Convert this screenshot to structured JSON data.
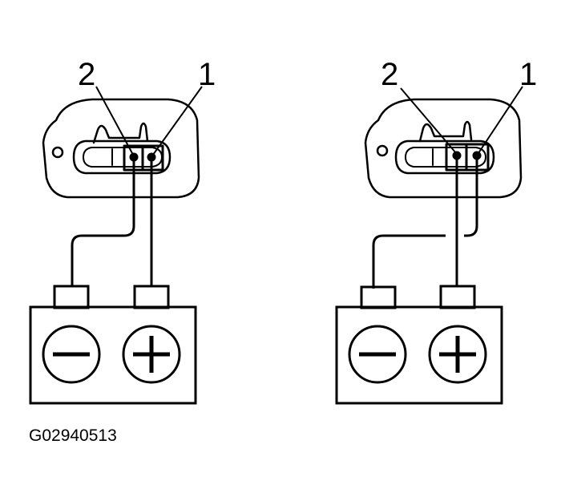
{
  "diagram": {
    "left": {
      "pin_labels": [
        "2",
        "1"
      ]
    },
    "right": {
      "pin_labels": [
        "2",
        "1"
      ]
    }
  },
  "figure_code": "G02940513",
  "colors": {
    "ink": "#000000",
    "paper": "#ffffff"
  }
}
